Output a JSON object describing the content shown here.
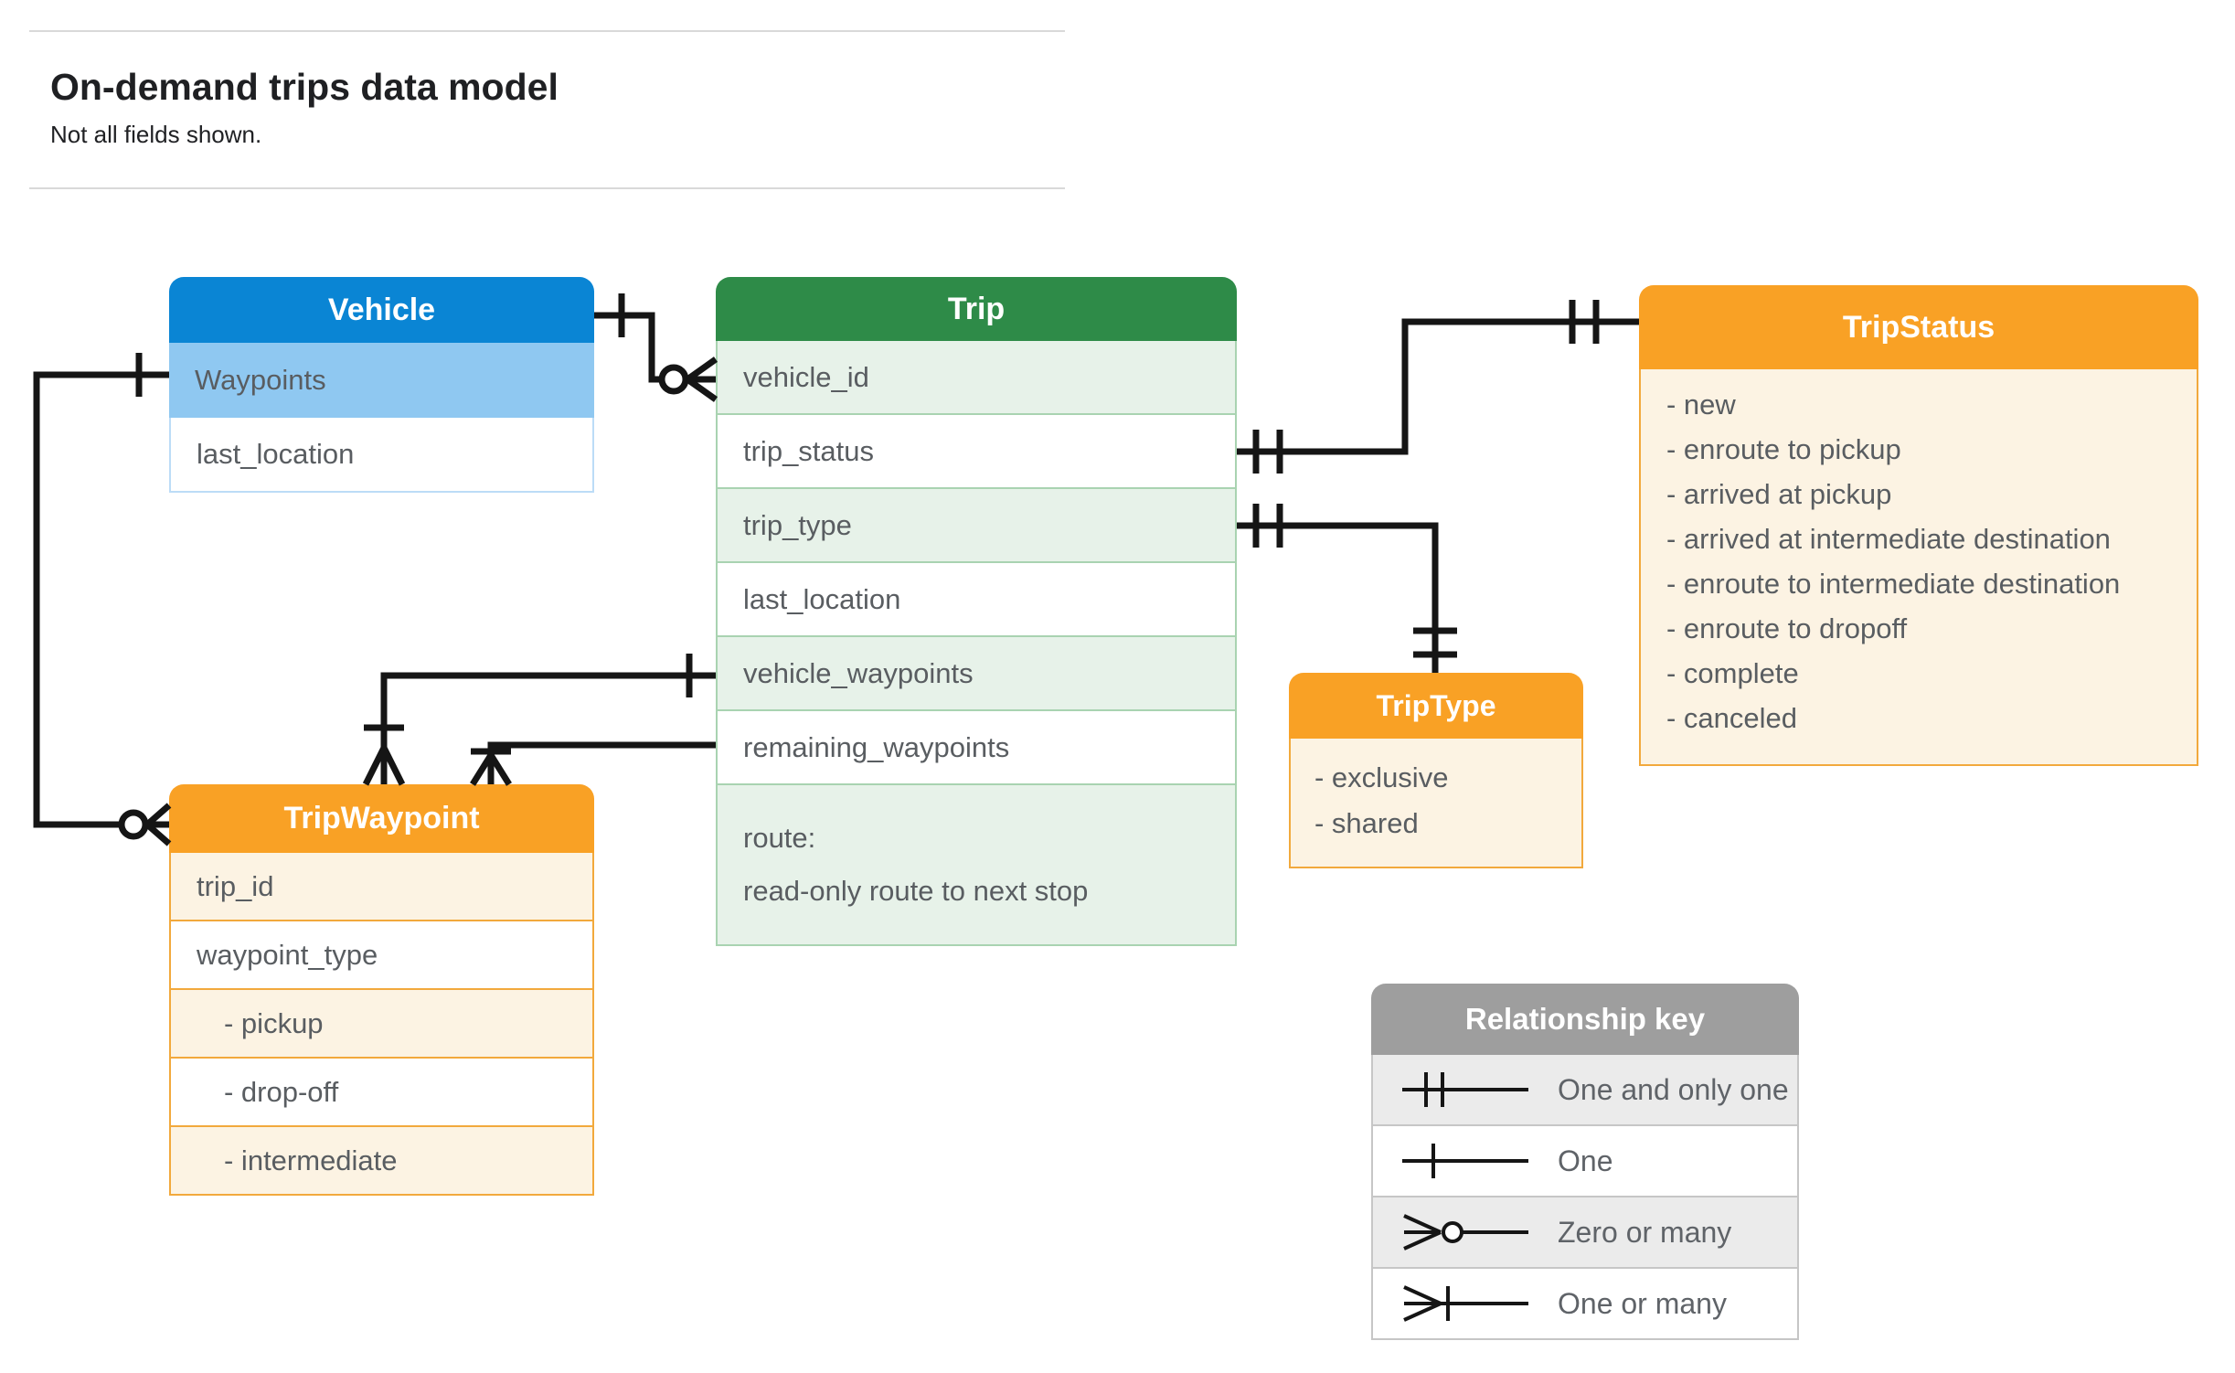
{
  "page": {
    "title": "On-demand trips data model",
    "subtitle": "Not all fields shown."
  },
  "entities": {
    "vehicle": {
      "title": "Vehicle",
      "rows": [
        "Waypoints",
        "last_location"
      ]
    },
    "trip": {
      "title": "Trip",
      "rows": [
        "vehicle_id",
        "trip_status",
        "trip_type",
        "last_location",
        "vehicle_waypoints",
        "remaining_waypoints"
      ],
      "route_line1": "route:",
      "route_line2": "read-only route to next stop"
    },
    "trip_status": {
      "title": "TripStatus",
      "items": [
        "- new",
        "- enroute to pickup",
        "- arrived at pickup",
        "- arrived at intermediate destination",
        "- enroute to intermediate destination",
        "- enroute to dropoff",
        "- complete",
        "- canceled"
      ]
    },
    "trip_type": {
      "title": "TripType",
      "items": [
        "- exclusive",
        "- shared"
      ]
    },
    "trip_waypoint": {
      "title": "TripWaypoint",
      "rows": [
        "trip_id",
        "waypoint_type",
        "- pickup",
        "- drop-off",
        "- intermediate"
      ]
    }
  },
  "legend": {
    "title": "Relationship key",
    "rows": [
      {
        "symbol": "one-and-only-one",
        "label": "One and only one"
      },
      {
        "symbol": "one",
        "label": "One"
      },
      {
        "symbol": "zero-or-many",
        "label": "Zero or many"
      },
      {
        "symbol": "one-or-many",
        "label": "One or many"
      }
    ]
  },
  "colors": {
    "blue_header": "#0a85d4",
    "blue_highlight_row": "#8fc8f1",
    "green_header": "#2e8b48",
    "green_row": "#e7f2e9",
    "orange_header": "#f9a125",
    "cream_row": "#fcf3e3",
    "legend_header_gray": "#9e9e9e",
    "legend_row_gray": "#ebebeb",
    "connector_black": "#151515"
  }
}
